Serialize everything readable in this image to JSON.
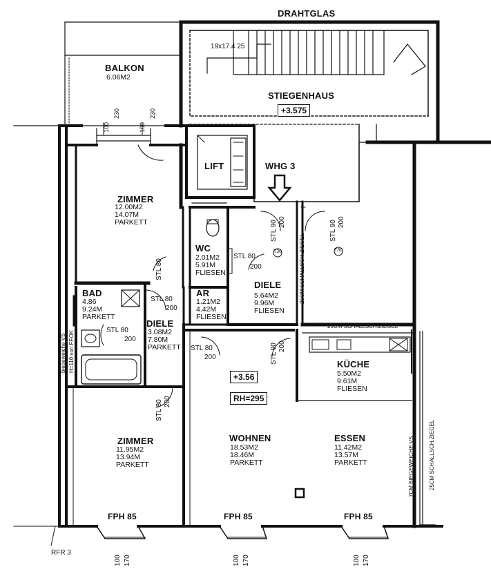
{
  "plan": {
    "top_label": "DRAHTGLAS",
    "stair_note": "19x17.4 25",
    "balcony": {
      "name": "BALKON",
      "area": "6.06M2"
    },
    "stairwell": {
      "name": "STIEGENHAUS",
      "level": "+3.575"
    },
    "lift": "LIFT",
    "unit": "WHG 3",
    "rooms": [
      {
        "key": "zimmer1",
        "name": "ZIMMER",
        "lines": [
          "12.00M2",
          "14.07M",
          "PARKETT"
        ]
      },
      {
        "key": "wc",
        "name": "WC",
        "lines": [
          "2.01M2",
          "5.91M",
          "FLIESEN"
        ]
      },
      {
        "key": "diele1",
        "name": "DIELE",
        "lines": [
          "5.64M2",
          "9.96M",
          "FLIESEN"
        ]
      },
      {
        "key": "bad",
        "name": "BAD",
        "lines": [
          "4.86",
          "9.24M",
          "PARKETT"
        ]
      },
      {
        "key": "ar",
        "name": "AR",
        "lines": [
          "1.21M2",
          "4.42M",
          "FLIESEN"
        ]
      },
      {
        "key": "diele2",
        "name": "DIELE",
        "lines": [
          "3.08M2",
          "7.80M",
          "PARKETT"
        ]
      },
      {
        "key": "kueche",
        "name": "KÜCHE",
        "lines": [
          "5.50M2",
          "9.61M",
          "FLIESEN"
        ]
      },
      {
        "key": "zimmer2",
        "name": "ZIMMER",
        "lines": [
          "11.95M2",
          "13.94M",
          "PARKETT"
        ]
      },
      {
        "key": "wohnen",
        "name": "WOHNEN",
        "lines": [
          "18.53M2",
          "18.46M",
          "PARKETT"
        ]
      },
      {
        "key": "essen",
        "name": "ESSEN",
        "lines": [
          "11.42M2",
          "13.57M",
          "PARKETT"
        ]
      }
    ],
    "level_mark": "+3.56",
    "room_height": "RH=295",
    "doors": {
      "top1": "STL 90",
      "top1b": "200",
      "top2": "STL 90",
      "top2b": "200",
      "wc": "STL 80",
      "wcb": "200",
      "wcv": "STL 80",
      "bad": "STL 80",
      "badb": "200",
      "bad2": "STL 80",
      "bad2b": "200",
      "diele": "STL 80",
      "dieleb": "200",
      "wohnen": "STL 90",
      "wohnenb": "200",
      "zimmer2": "STL 80",
      "zimmer2b": "200",
      "door_circle": "T30"
    },
    "window_dims": {
      "a": "100",
      "b": "230"
    },
    "window_dims2": {
      "a": "100",
      "b": "230"
    },
    "windows_bottom": [
      {
        "label": "FPH 85",
        "a": "100",
        "b": "170"
      },
      {
        "label": "FPH 85",
        "a": "100",
        "b": "170"
      },
      {
        "label": "FPH 85",
        "a": "100",
        "b": "170"
      }
    ],
    "wall_notes": {
      "schall1": "25CM SCHALLSCH.ZIEGEL",
      "schall2": "25CM SCHALLSCH.ZIEGEL",
      "schall3": "25CM SCHALLSCH.ZIEGEL",
      "biege_right": "7CM BIEGEWEICHE VS",
      "biege_left": "biegeweiche VS",
      "ffok": "H=110 von FFOK"
    },
    "rfr": "RFR 3"
  }
}
